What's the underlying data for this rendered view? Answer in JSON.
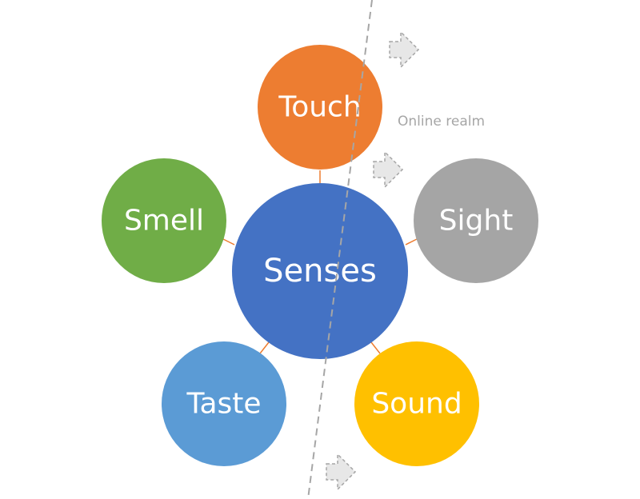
{
  "center": {
    "label": "Senses",
    "color": "#4472c4"
  },
  "nodes": {
    "touch": {
      "label": "Touch",
      "color": "#ed7d31"
    },
    "smell": {
      "label": "Smell",
      "color": "#70ad47"
    },
    "sight": {
      "label": "Sight",
      "color": "#a5a5a5"
    },
    "taste": {
      "label": "Taste",
      "color": "#5b9bd5"
    },
    "sound": {
      "label": "Sound",
      "color": "#ffc000"
    }
  },
  "connector_color": "#ed7d31",
  "boundary": {
    "label": "Online realm",
    "color": "#a6a6a6"
  },
  "arrow_icon_name": "dashed-arrow-icon"
}
